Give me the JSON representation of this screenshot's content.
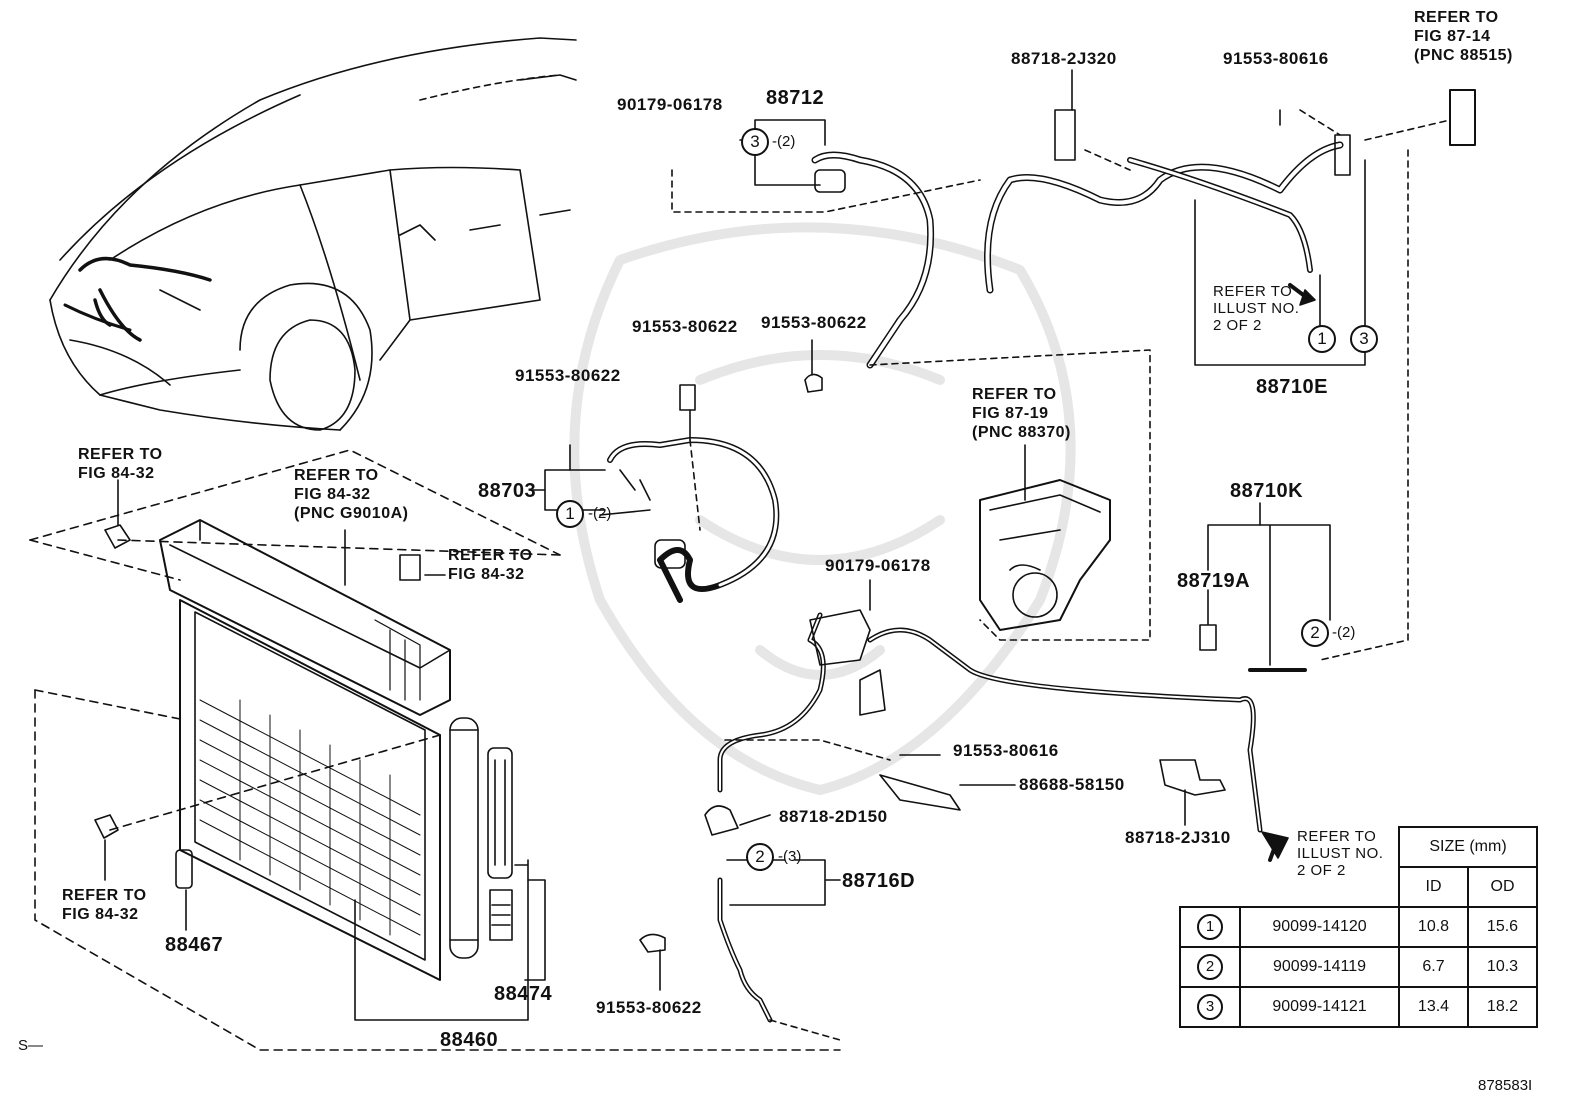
{
  "parts": {
    "p88712": "88712",
    "p90179_top": "90179-06178",
    "p88718_2j320": "88718-2J320",
    "p91553_80616_top": "91553-80616",
    "p91553_80622_a": "91553-80622",
    "p91553_80622_b": "91553-80622",
    "p91553_80622_c": "91553-80622",
    "p88703": "88703",
    "p88710e": "88710E",
    "p88710k": "88710K",
    "p88719a": "88719A",
    "p90179_mid": "90179-06178",
    "p91553_80616_mid": "91553-80616",
    "p88688": "88688-58150",
    "p88718_2d150": "88718-2D150",
    "p88716d": "88716D",
    "p88718_2j310": "88718-2J310",
    "p91553_80622_d": "91553-80622",
    "p88467": "88467",
    "p88474": "88474",
    "p88460": "88460"
  },
  "refs": {
    "fig87_14": "REFER TO\nFIG 87-14\n(PNC 88515)",
    "fig87_19": "REFER TO\nFIG 87-19\n(PNC 88370)",
    "fig84_32_a": "REFER TO\nFIG 84-32",
    "fig84_32_pnc": "REFER TO\nFIG 84-32\n(PNC G9010A)",
    "fig84_32_b": "REFER TO\nFIG 84-32",
    "fig84_32_c": "REFER TO\nFIG 84-32",
    "illust_a": "REFER TO\nILLUST NO.\n2 OF 2",
    "illust_b": "REFER TO\nILLUST NO.\n2 OF 2"
  },
  "callouts": {
    "c3_88712": "3",
    "q_88712": "-(2)",
    "c1_88703": "1",
    "q_88703": "-(2)",
    "c1_88710e": "1",
    "c3_88710e": "3",
    "c2_88710k": "2",
    "q_88710k": "-(2)",
    "c2_88716d": "2",
    "q_88716d": "-(3)"
  },
  "size_table": {
    "header": "SIZE (mm)",
    "col_id": "ID",
    "col_od": "OD",
    "rows": [
      {
        "mark": "1",
        "part": "90099-14120",
        "id": "10.8",
        "od": "15.6"
      },
      {
        "mark": "2",
        "part": "90099-14119",
        "id": "6.7",
        "od": "10.3"
      },
      {
        "mark": "3",
        "part": "90099-14121",
        "id": "13.4",
        "od": "18.2"
      }
    ]
  },
  "footer": {
    "left": "S—",
    "right": "878583I"
  }
}
